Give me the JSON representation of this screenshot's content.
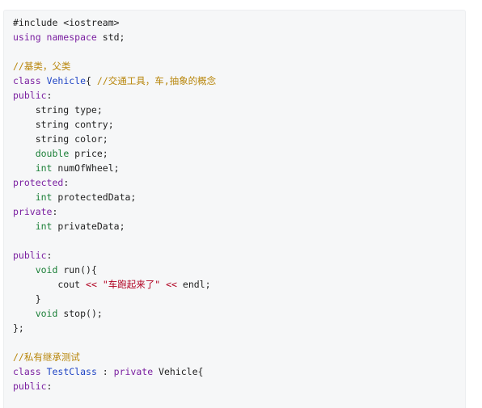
{
  "colors": {
    "background": "#f6f7f8",
    "plain": "#1f1f1f",
    "keyword": "#7a1fa0",
    "type": "#1a7f37",
    "class_name": "#2045c5",
    "comment": "#b8860b",
    "string": "#b00020"
  },
  "code": {
    "language": "cpp",
    "lines": [
      [
        {
          "t": "#include <iostream>",
          "k": "plain"
        }
      ],
      [
        {
          "t": "using namespace",
          "k": "keyword"
        },
        {
          "t": " std;",
          "k": "plain"
        }
      ],
      [],
      [
        {
          "t": "//基类，父类",
          "k": "comment"
        }
      ],
      [
        {
          "t": "class",
          "k": "keyword"
        },
        {
          "t": " ",
          "k": "plain"
        },
        {
          "t": "Vehicle",
          "k": "class"
        },
        {
          "t": "{ ",
          "k": "plain"
        },
        {
          "t": "//交通工具，车,抽象的概念",
          "k": "comment"
        }
      ],
      [
        {
          "t": "public",
          "k": "keyword"
        },
        {
          "t": ":",
          "k": "plain"
        }
      ],
      [
        {
          "t": "    string type;",
          "k": "plain"
        }
      ],
      [
        {
          "t": "    string contry;",
          "k": "plain"
        }
      ],
      [
        {
          "t": "    string color;",
          "k": "plain"
        }
      ],
      [
        {
          "t": "    ",
          "k": "plain"
        },
        {
          "t": "double",
          "k": "type"
        },
        {
          "t": " price;",
          "k": "plain"
        }
      ],
      [
        {
          "t": "    ",
          "k": "plain"
        },
        {
          "t": "int",
          "k": "type"
        },
        {
          "t": " numOfWheel;",
          "k": "plain"
        }
      ],
      [
        {
          "t": "protected",
          "k": "keyword"
        },
        {
          "t": ":",
          "k": "plain"
        }
      ],
      [
        {
          "t": "    ",
          "k": "plain"
        },
        {
          "t": "int",
          "k": "type"
        },
        {
          "t": " protectedData;",
          "k": "plain"
        }
      ],
      [
        {
          "t": "private",
          "k": "keyword"
        },
        {
          "t": ":",
          "k": "plain"
        }
      ],
      [
        {
          "t": "    ",
          "k": "plain"
        },
        {
          "t": "int",
          "k": "type"
        },
        {
          "t": " privateData;",
          "k": "plain"
        }
      ],
      [],
      [
        {
          "t": "public",
          "k": "keyword"
        },
        {
          "t": ":",
          "k": "plain"
        }
      ],
      [
        {
          "t": "    ",
          "k": "plain"
        },
        {
          "t": "void",
          "k": "type"
        },
        {
          "t": " run(){",
          "k": "plain"
        }
      ],
      [
        {
          "t": "        cout ",
          "k": "plain"
        },
        {
          "t": "<<",
          "k": "operator"
        },
        {
          "t": " ",
          "k": "plain"
        },
        {
          "t": "\"车跑起来了\"",
          "k": "string"
        },
        {
          "t": " ",
          "k": "plain"
        },
        {
          "t": "<<",
          "k": "operator"
        },
        {
          "t": " endl;",
          "k": "plain"
        }
      ],
      [
        {
          "t": "    }",
          "k": "plain"
        }
      ],
      [
        {
          "t": "    ",
          "k": "plain"
        },
        {
          "t": "void",
          "k": "type"
        },
        {
          "t": " stop();",
          "k": "plain"
        }
      ],
      [
        {
          "t": "};",
          "k": "plain"
        }
      ],
      [],
      [
        {
          "t": "//私有继承测试",
          "k": "comment"
        }
      ],
      [
        {
          "t": "class",
          "k": "keyword"
        },
        {
          "t": " ",
          "k": "plain"
        },
        {
          "t": "TestClass",
          "k": "class"
        },
        {
          "t": " : ",
          "k": "plain"
        },
        {
          "t": "private",
          "k": "keyword"
        },
        {
          "t": " Vehicle{",
          "k": "plain"
        }
      ],
      [
        {
          "t": "public",
          "k": "keyword"
        },
        {
          "t": ":",
          "k": "plain"
        }
      ]
    ]
  }
}
